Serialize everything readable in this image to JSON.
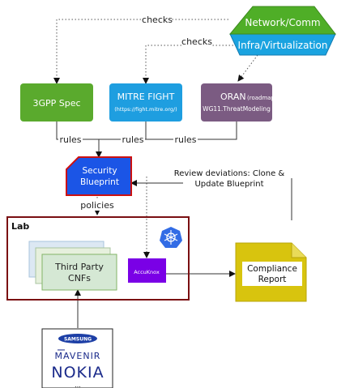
{
  "tiers": {
    "top": "Network/Comm",
    "bottom": "Infra/Virtualization",
    "top_color": "#4fae27",
    "bottom_color": "#1aa3e0"
  },
  "edges": {
    "checks_1": "checks",
    "checks_2": "checks",
    "rules_1": "rules",
    "rules_2": "rules",
    "rules_3": "rules",
    "policies": "policies"
  },
  "boxes": {
    "spec_3gpp": "3GPP Spec",
    "mitre_title": "MITRE FIGHT",
    "mitre_url": "(https://fight.mitre.org/)",
    "oran_title": "ORAN",
    "oran_note": "(roadmap)",
    "oran_sub": "WG11.ThreatModeling"
  },
  "blueprint": {
    "line1": "Security",
    "line2": "Blueprint"
  },
  "review": {
    "line1": "Review deviations: Clone &",
    "line2": "Update Blueprint"
  },
  "lab": {
    "label": "Lab",
    "cnf_line1": "Third Party",
    "cnf_line2": "CNFs",
    "accuknox": "AccuKnox"
  },
  "report": {
    "line1": "Compliance",
    "line2": "Report"
  },
  "vendors": {
    "samsung": "SAMSUNG",
    "mavenir": "MAVENIR",
    "nokia": "NOKIA",
    "more": "..."
  },
  "colors": {
    "spec": "#5aaa2d",
    "mitre": "#1e9ee0",
    "oran": "#7b5b82",
    "blueprint": "#1b55e6",
    "lab_border": "#7a0f12",
    "cnf": "#d5e8d4",
    "accuknox": "#7a00e6",
    "report": "#d8c40e"
  }
}
